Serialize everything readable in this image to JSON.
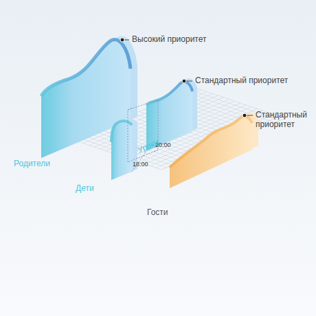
{
  "diagram": {
    "labels": [
      "Высокий приоритет",
      "Стандартный приоритет",
      "Стандартный приоритет",
      "20:00",
      "Уроки",
      "18:00",
      "Родители",
      "Дети",
      "Гости"
    ]
  }
}
